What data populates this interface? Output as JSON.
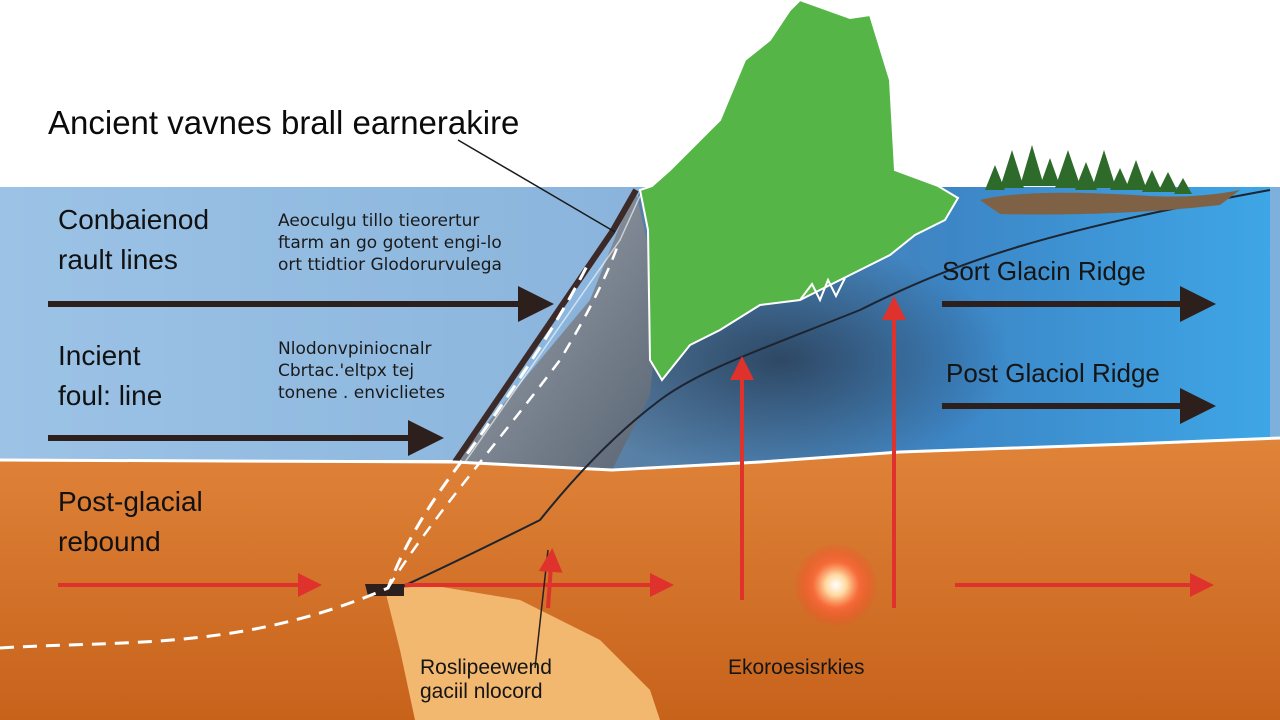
{
  "title": "Ancient vavnes brall earnerakire",
  "left_labels": {
    "label_1": [
      "Conbaienod",
      "rault lines"
    ],
    "label_2": [
      "Incient",
      "foul: line"
    ],
    "label_3": [
      "Post-glacial",
      "rebound"
    ]
  },
  "small_notes": {
    "note_1": [
      "Aeoculgu tillo tieorertur",
      "ftarm an go gotent engi-lo",
      "ort ttidtior Glodorurvulega"
    ],
    "note_2": [
      "Nlodonvpiniocnalr",
      "Cbrtac.'eltpx tej",
      "tonene . enviclietes"
    ]
  },
  "right_labels": {
    "ridge_1": "Sort Glacin Ridge",
    "ridge_2": "Post Glaciol Ridge"
  },
  "bottom_labels": {
    "label_a": [
      "Roslipeewend",
      "gaciil nlocord"
    ],
    "label_b": "Ekoroesisrkies"
  },
  "colors": {
    "sky_blue": "#8ab6df",
    "water_blue": "#4a9fd8",
    "land_green": "#55b547",
    "crust_orange": "#d9782a",
    "arrow_dark": "#2d1f1c",
    "arrow_red": "#e0322c"
  }
}
